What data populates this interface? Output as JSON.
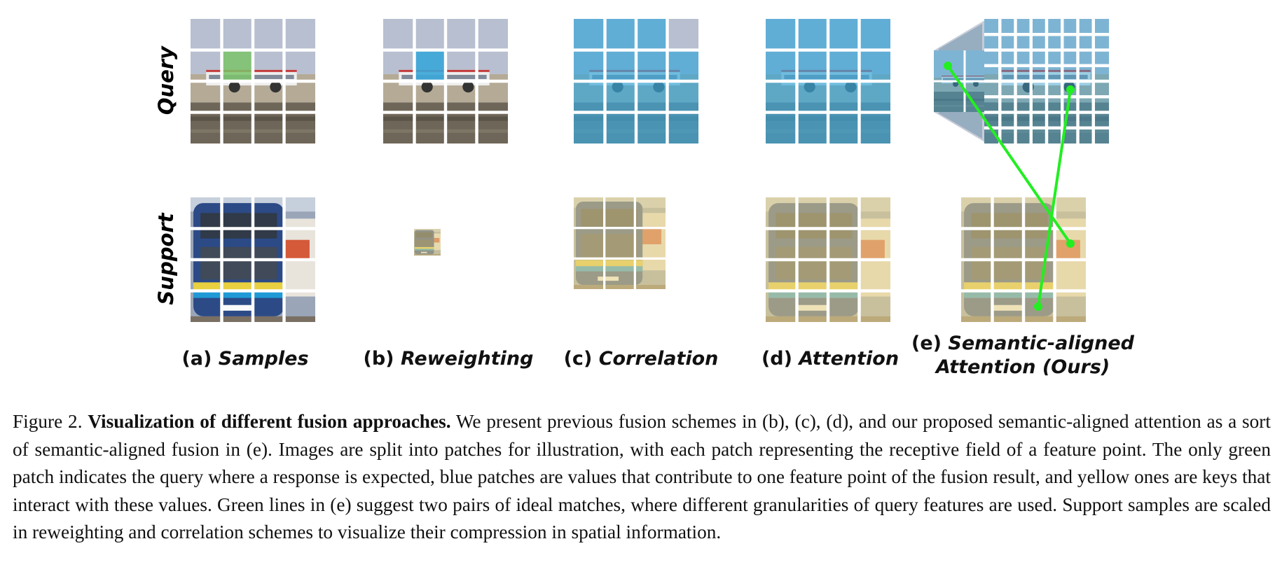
{
  "figure": {
    "row_labels": {
      "query": "Query",
      "support": "Support"
    },
    "panels": [
      {
        "id": "a",
        "prefix": "(a)",
        "name": "Samples"
      },
      {
        "id": "b",
        "prefix": "(b)",
        "name": "Reweighting"
      },
      {
        "id": "c",
        "prefix": "(c)",
        "name": "Correlation"
      },
      {
        "id": "d",
        "prefix": "(d)",
        "name": "Attention"
      },
      {
        "id": "e",
        "prefix": "(e)",
        "name_line1": "Semantic-aligned",
        "name_line2": "Attention (Ours)"
      }
    ],
    "colors": {
      "query_patch": "#7bc36a",
      "value_patch": "#3aa6d8",
      "key_patch": "#e8d28a",
      "match_line": "#22ee22",
      "sky": "#b7bfd0",
      "sand": "#b4aa96",
      "ground": "#6e6658",
      "bus_body": "#2c4a86"
    }
  },
  "caption": {
    "figure_number": "Figure 2.",
    "title": "Visualization of different fusion approaches.",
    "body": "We present previous fusion schemes in (b), (c), (d), and our proposed semantic-aligned attention as a sort of semantic-aligned fusion in (e). Images are split into patches for illustration, with each patch representing the receptive field of a feature point. The only green patch indicates the query where a response is expected, blue patches are values that contribute to one feature point of the fusion result, and yellow ones are keys that interact with these values. Green lines in (e) suggest two pairs of ideal matches, where different granularities of query features are used. Support samples are scaled in reweighting and correlation schemes to visualize their compression in spatial information."
  }
}
